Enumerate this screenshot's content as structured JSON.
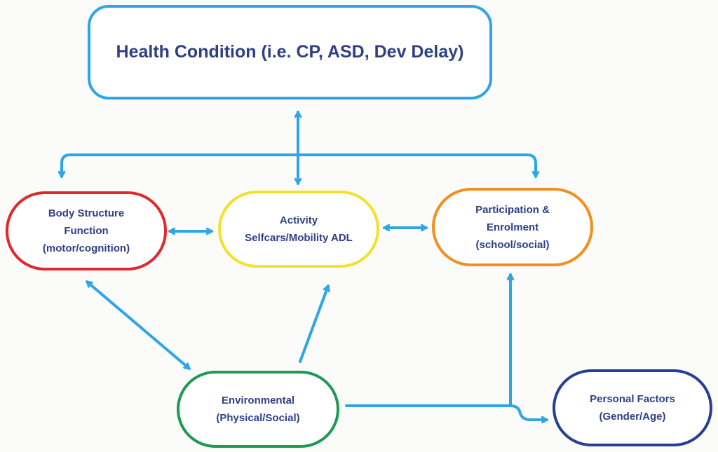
{
  "colors": {
    "arrow": "#2ea6e6",
    "health_border": "#2ea6e6",
    "body_border": "#e0282e",
    "activity_border": "#f2e22b",
    "participation_border": "#f0901e",
    "environmental_border": "#1e9a56",
    "personal_border": "#2a3f90",
    "text": "#2e3f86"
  },
  "nodes": {
    "health": {
      "lines": [
        "Health Condition (i.e. CP, ASD, Dev Delay)"
      ]
    },
    "body": {
      "lines": [
        "Body Structure",
        "Function",
        "(motor/cognition)"
      ]
    },
    "activity": {
      "lines": [
        "Activity",
        "Selfcars/Mobility ADL"
      ]
    },
    "participation": {
      "lines": [
        "Participation &",
        "Enrolment",
        "(school/social)"
      ]
    },
    "environmental": {
      "lines": [
        "Environmental",
        "(Physical/Social)"
      ]
    },
    "personal": {
      "lines": [
        "Personal Factors",
        "(Gender/Age)"
      ]
    }
  }
}
